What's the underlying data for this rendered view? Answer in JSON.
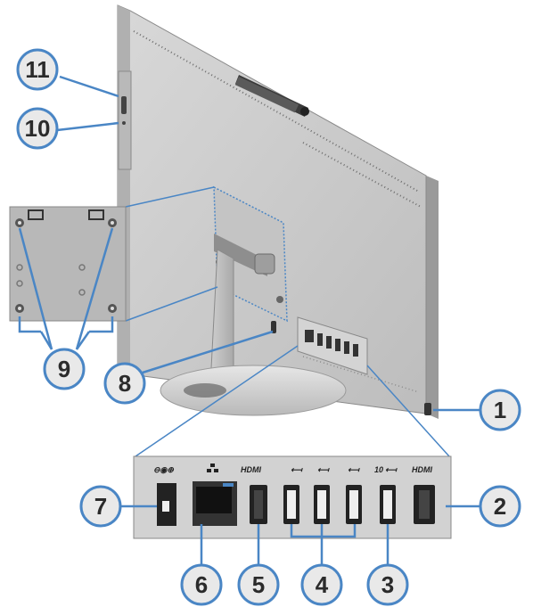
{
  "callouts": {
    "c1": "1",
    "c2": "2",
    "c3": "3",
    "c4": "4",
    "c5": "5",
    "c6": "6",
    "c7": "7",
    "c8": "8",
    "c9": "9",
    "c10": "10",
    "c11": "11"
  },
  "port_labels": {
    "hdmi_out": "HDMI",
    "hdmi_in": "HDMI",
    "usb_10": "10"
  },
  "colors": {
    "callout_stroke": "#4a86c5",
    "callout_fill": "#e9e9e9",
    "device_body": "#c8c8c8",
    "device_dark": "#2a2a2a",
    "panel": "#d2d2d2"
  },
  "icons": [
    "power-connector-icon",
    "ethernet-icon",
    "hdmi-out-icon",
    "usb-icon",
    "usb-10gbps-icon",
    "hdmi-in-icon"
  ]
}
